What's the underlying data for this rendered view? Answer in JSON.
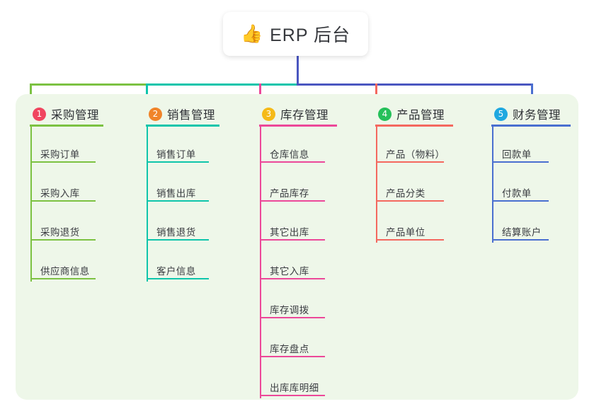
{
  "root": {
    "icon": "thumbs-up-icon",
    "emoji": "👍",
    "title": "ERP 后台"
  },
  "palette": {
    "panel_bg": "#eef7e9",
    "page_bg": "#ffffff",
    "root_text": "#36383d",
    "trunk": "#4a56c0",
    "bus_green": "#7cc242",
    "bus_teal": "#0fc5ab",
    "bus_blue": "#4a56c0"
  },
  "columns": [
    {
      "number": "1",
      "title": "采购管理",
      "badge_color": "#f0455f",
      "line_color": "#7cc242",
      "items": [
        "采购订单",
        "采购入库",
        "采购退货",
        "供应商信息"
      ]
    },
    {
      "number": "2",
      "title": "销售管理",
      "badge_color": "#f0842a",
      "line_color": "#0fc5ab",
      "items": [
        "销售订单",
        "销售出库",
        "销售退货",
        "客户信息"
      ]
    },
    {
      "number": "3",
      "title": "库存管理",
      "badge_color": "#f5ba18",
      "line_color": "#ec4899",
      "items": [
        "仓库信息",
        "产品库存",
        "其它出库",
        "其它入库",
        "库存调拨",
        "库存盘点",
        "出库库明细"
      ]
    },
    {
      "number": "4",
      "title": "产品管理",
      "badge_color": "#25c05a",
      "line_color": "#f4685f",
      "items": [
        "产品（物料）",
        "产品分类",
        "产品单位"
      ]
    },
    {
      "number": "5",
      "title": "财务管理",
      "badge_color": "#1fa8e0",
      "line_color": "#4a6fd0",
      "items": [
        "回款单",
        "付款单",
        "结算账户"
      ]
    }
  ]
}
